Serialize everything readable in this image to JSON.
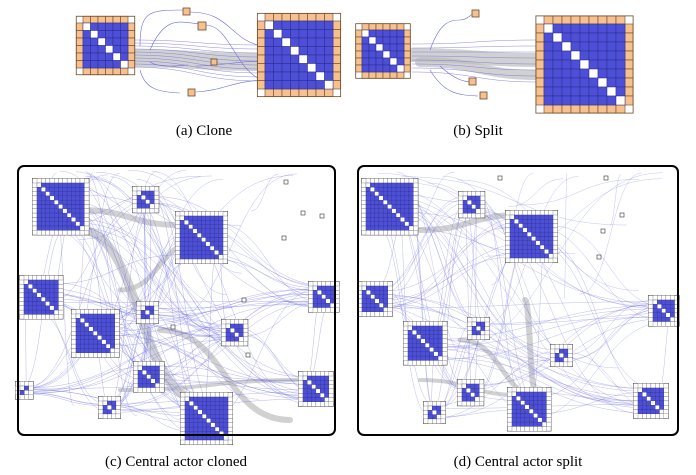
{
  "captions": {
    "a": "(a) Clone",
    "b": "(b) Split",
    "c": "(c) Central actor cloned",
    "d": "(d) Central actor split"
  },
  "colors": {
    "cell_fill": "#4d4fd6",
    "cell_stroke": "#2a2c8a",
    "diagonal": "#ffffff",
    "header_fill": "#f7c08f",
    "header_stroke": "#6b4a2a",
    "edge": "#6a6ce0",
    "bundle": "#bdbdbd",
    "frame": "#000000"
  }
}
